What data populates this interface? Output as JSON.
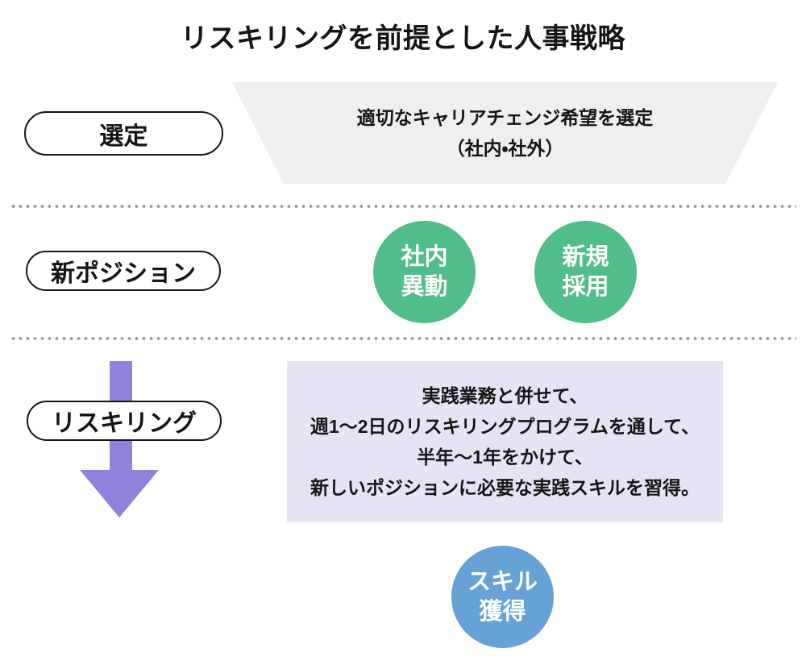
{
  "title": "リスキリングを前提とした人事戦略",
  "step1": {
    "label": "選定",
    "panel_line1": "適切なキャリアチェンジ希望を選定",
    "panel_line2": "（社内・社外）"
  },
  "step2": {
    "label": "新ポジション",
    "circle1_line1": "社内",
    "circle1_line2": "異動",
    "circle2_line1": "新規",
    "circle2_line2": "採用"
  },
  "step3": {
    "label": "リスキリング",
    "box_line1": "実践業務と併せて、",
    "box_line2": "週1〜2日のリスキリングプログラムを通して、",
    "box_line3": "半年〜1年をかけて、",
    "box_line4": "新しいポジションに必要な実践スキルを習得。",
    "result_line1": "スキル",
    "result_line2": "獲得"
  },
  "colors": {
    "ink": "#151515",
    "green": "#51bd8a",
    "blue": "#66a2d6",
    "purple": "#9181dc",
    "lavender": "#e7e3f5",
    "panel_gray": "#edeff1",
    "dot_gray": "#9c9c9c"
  }
}
